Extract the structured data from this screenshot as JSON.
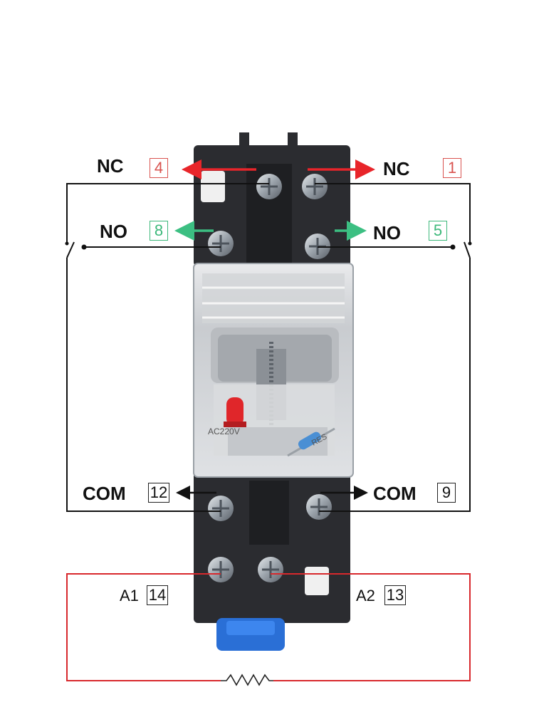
{
  "labels": {
    "nc": "NC",
    "no": "NO",
    "com": "COM",
    "a1": "A1",
    "a2": "A2"
  },
  "pins": {
    "nc_left": "4",
    "nc_right": "1",
    "no_left": "8",
    "no_right": "5",
    "com_left": "12",
    "com_right": "9",
    "a1": "14",
    "a2": "13"
  },
  "relay_print": {
    "rating": "AC220V",
    "res": "RES"
  },
  "colors": {
    "nc_arrow": "#e8252a",
    "no_arrow": "#3cbf82",
    "coil_wire": "#d8282c",
    "contact_wire": "#111111",
    "base": "#2b2c30",
    "cover": "#d8dadc",
    "led": "#e0262a",
    "clip": "#2a6fd6"
  }
}
